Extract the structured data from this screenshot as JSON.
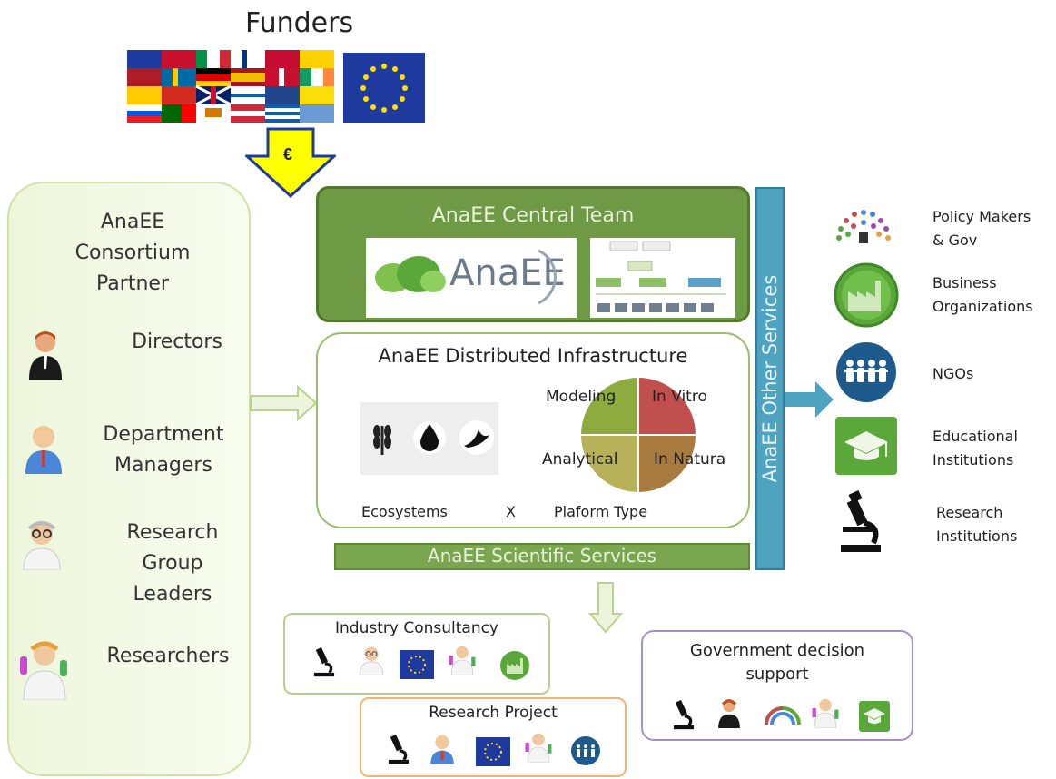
{
  "funders": {
    "title": "Funders",
    "currency_symbol": "€"
  },
  "partner": {
    "title_lines": [
      "AnaEE",
      "Consortium",
      "Partner"
    ],
    "roles": [
      {
        "lines": [
          "Directors"
        ],
        "icon": "director-icon"
      },
      {
        "lines": [
          "Department",
          "Managers"
        ],
        "icon": "manager-icon"
      },
      {
        "lines": [
          "Research",
          "Group",
          "Leaders"
        ],
        "icon": "group-leader-icon"
      },
      {
        "lines": [
          "Researchers"
        ],
        "icon": "researcher-icon"
      }
    ]
  },
  "central_team": {
    "title": "AnaEE Central Team",
    "logo_text": "AnaEE"
  },
  "distributed": {
    "title": "AnaEE Distributed Infrastructure",
    "quadrants": [
      "Modeling",
      "In Vitro",
      "Analytical",
      "In Natura"
    ],
    "ecosystems_label": "Ecosystems",
    "x_label": "X",
    "platform_label": "Plaform Type"
  },
  "scientific_services": {
    "title": "AnaEE Scientific Services"
  },
  "other_services": {
    "title": "AnaEE Other Services"
  },
  "stakeholders": [
    {
      "lines": [
        "Policy Makers",
        "& Gov"
      ],
      "icon": "parliament-icon"
    },
    {
      "lines": [
        "Business",
        "Organizations"
      ],
      "icon": "factory-icon"
    },
    {
      "lines": [
        "NGOs"
      ],
      "icon": "people-icon"
    },
    {
      "lines": [
        "Educational",
        "Institutions"
      ],
      "icon": "graduation-cap-icon"
    },
    {
      "lines": [
        "Research",
        "Institutions"
      ],
      "icon": "microscope-icon"
    }
  ],
  "industry_consultancy": {
    "title": "Industry Consultancy"
  },
  "research_project": {
    "title": "Research Project"
  },
  "government": {
    "title_lines": [
      "Government decision",
      "support"
    ]
  },
  "colors": {
    "central_green": "#6f9a45",
    "services_blue": "#4ea3c1",
    "quadrant_modeling": "#8dab3e",
    "quadrant_invitro": "#c0504d",
    "quadrant_analytical": "#b7b25a",
    "quadrant_innatura": "#a87a3e"
  }
}
